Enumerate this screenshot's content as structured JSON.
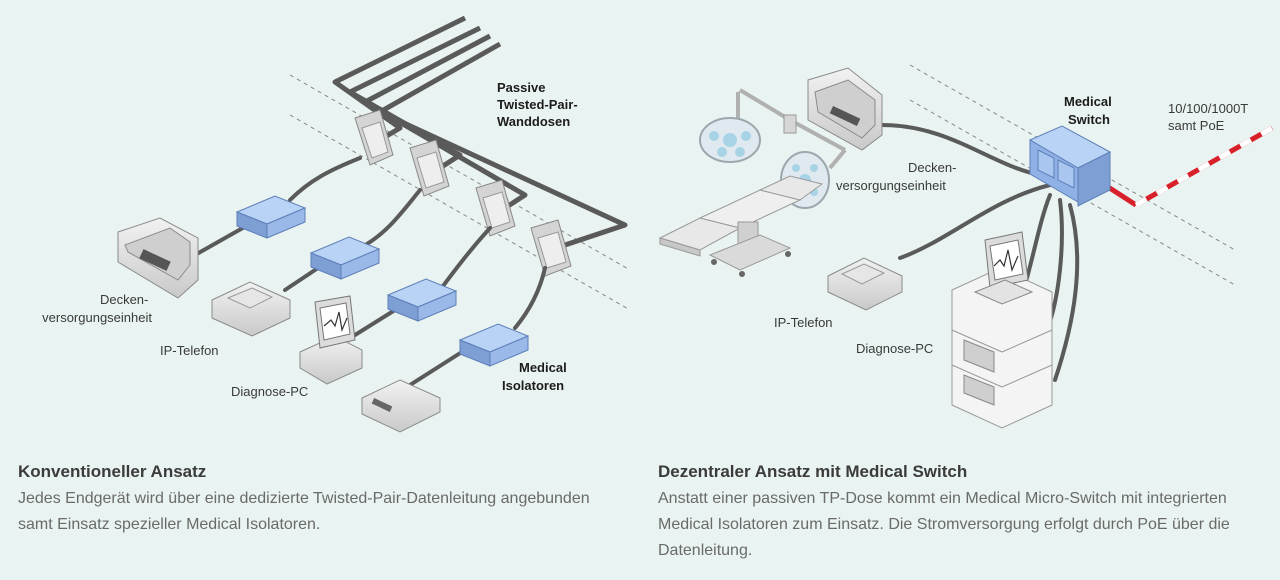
{
  "left_panel": {
    "label_walloutlets": [
      "Passive",
      "Twisted-Pair-",
      "Wanddosen"
    ],
    "label_ceiling_unit": [
      "Decken-",
      "versorgungseinheit"
    ],
    "label_ip_phone": "IP-Telefon",
    "label_diag_pc": "Diagnose-PC",
    "label_isolators": [
      "Medical",
      "Isolatoren"
    ],
    "caption_title": "Konventioneller Ansatz",
    "caption_text": "Jedes Endgerät wird über eine dedizierte Twisted-Pair-Datenleitung angebunden samt Einsatz spezieller Medical Isolatoren."
  },
  "right_panel": {
    "label_switch": [
      "Medical",
      "Switch"
    ],
    "label_uplink": [
      "10/100/1000T",
      "samt PoE"
    ],
    "label_ceiling_unit": [
      "Decken-",
      "versorgungseinheit"
    ],
    "label_ip_phone": "IP-Telefon",
    "label_diag_pc": "Diagnose-PC",
    "caption_title": "Dezentraler Ansatz mit Medical Switch",
    "caption_text": "Anstatt einer passiven TP-Dose kommt ein Medical Micro-Switch mit integrierten Medical Isolatoren zum Einsatz. Die Stromversorgung erfolgt durch PoE über die Datenleitung."
  },
  "colors": {
    "background": "#e9f3f1",
    "cable": "#5a5a5a",
    "isolator": "#8fb1e6",
    "uplink_red": "#d8202a"
  }
}
